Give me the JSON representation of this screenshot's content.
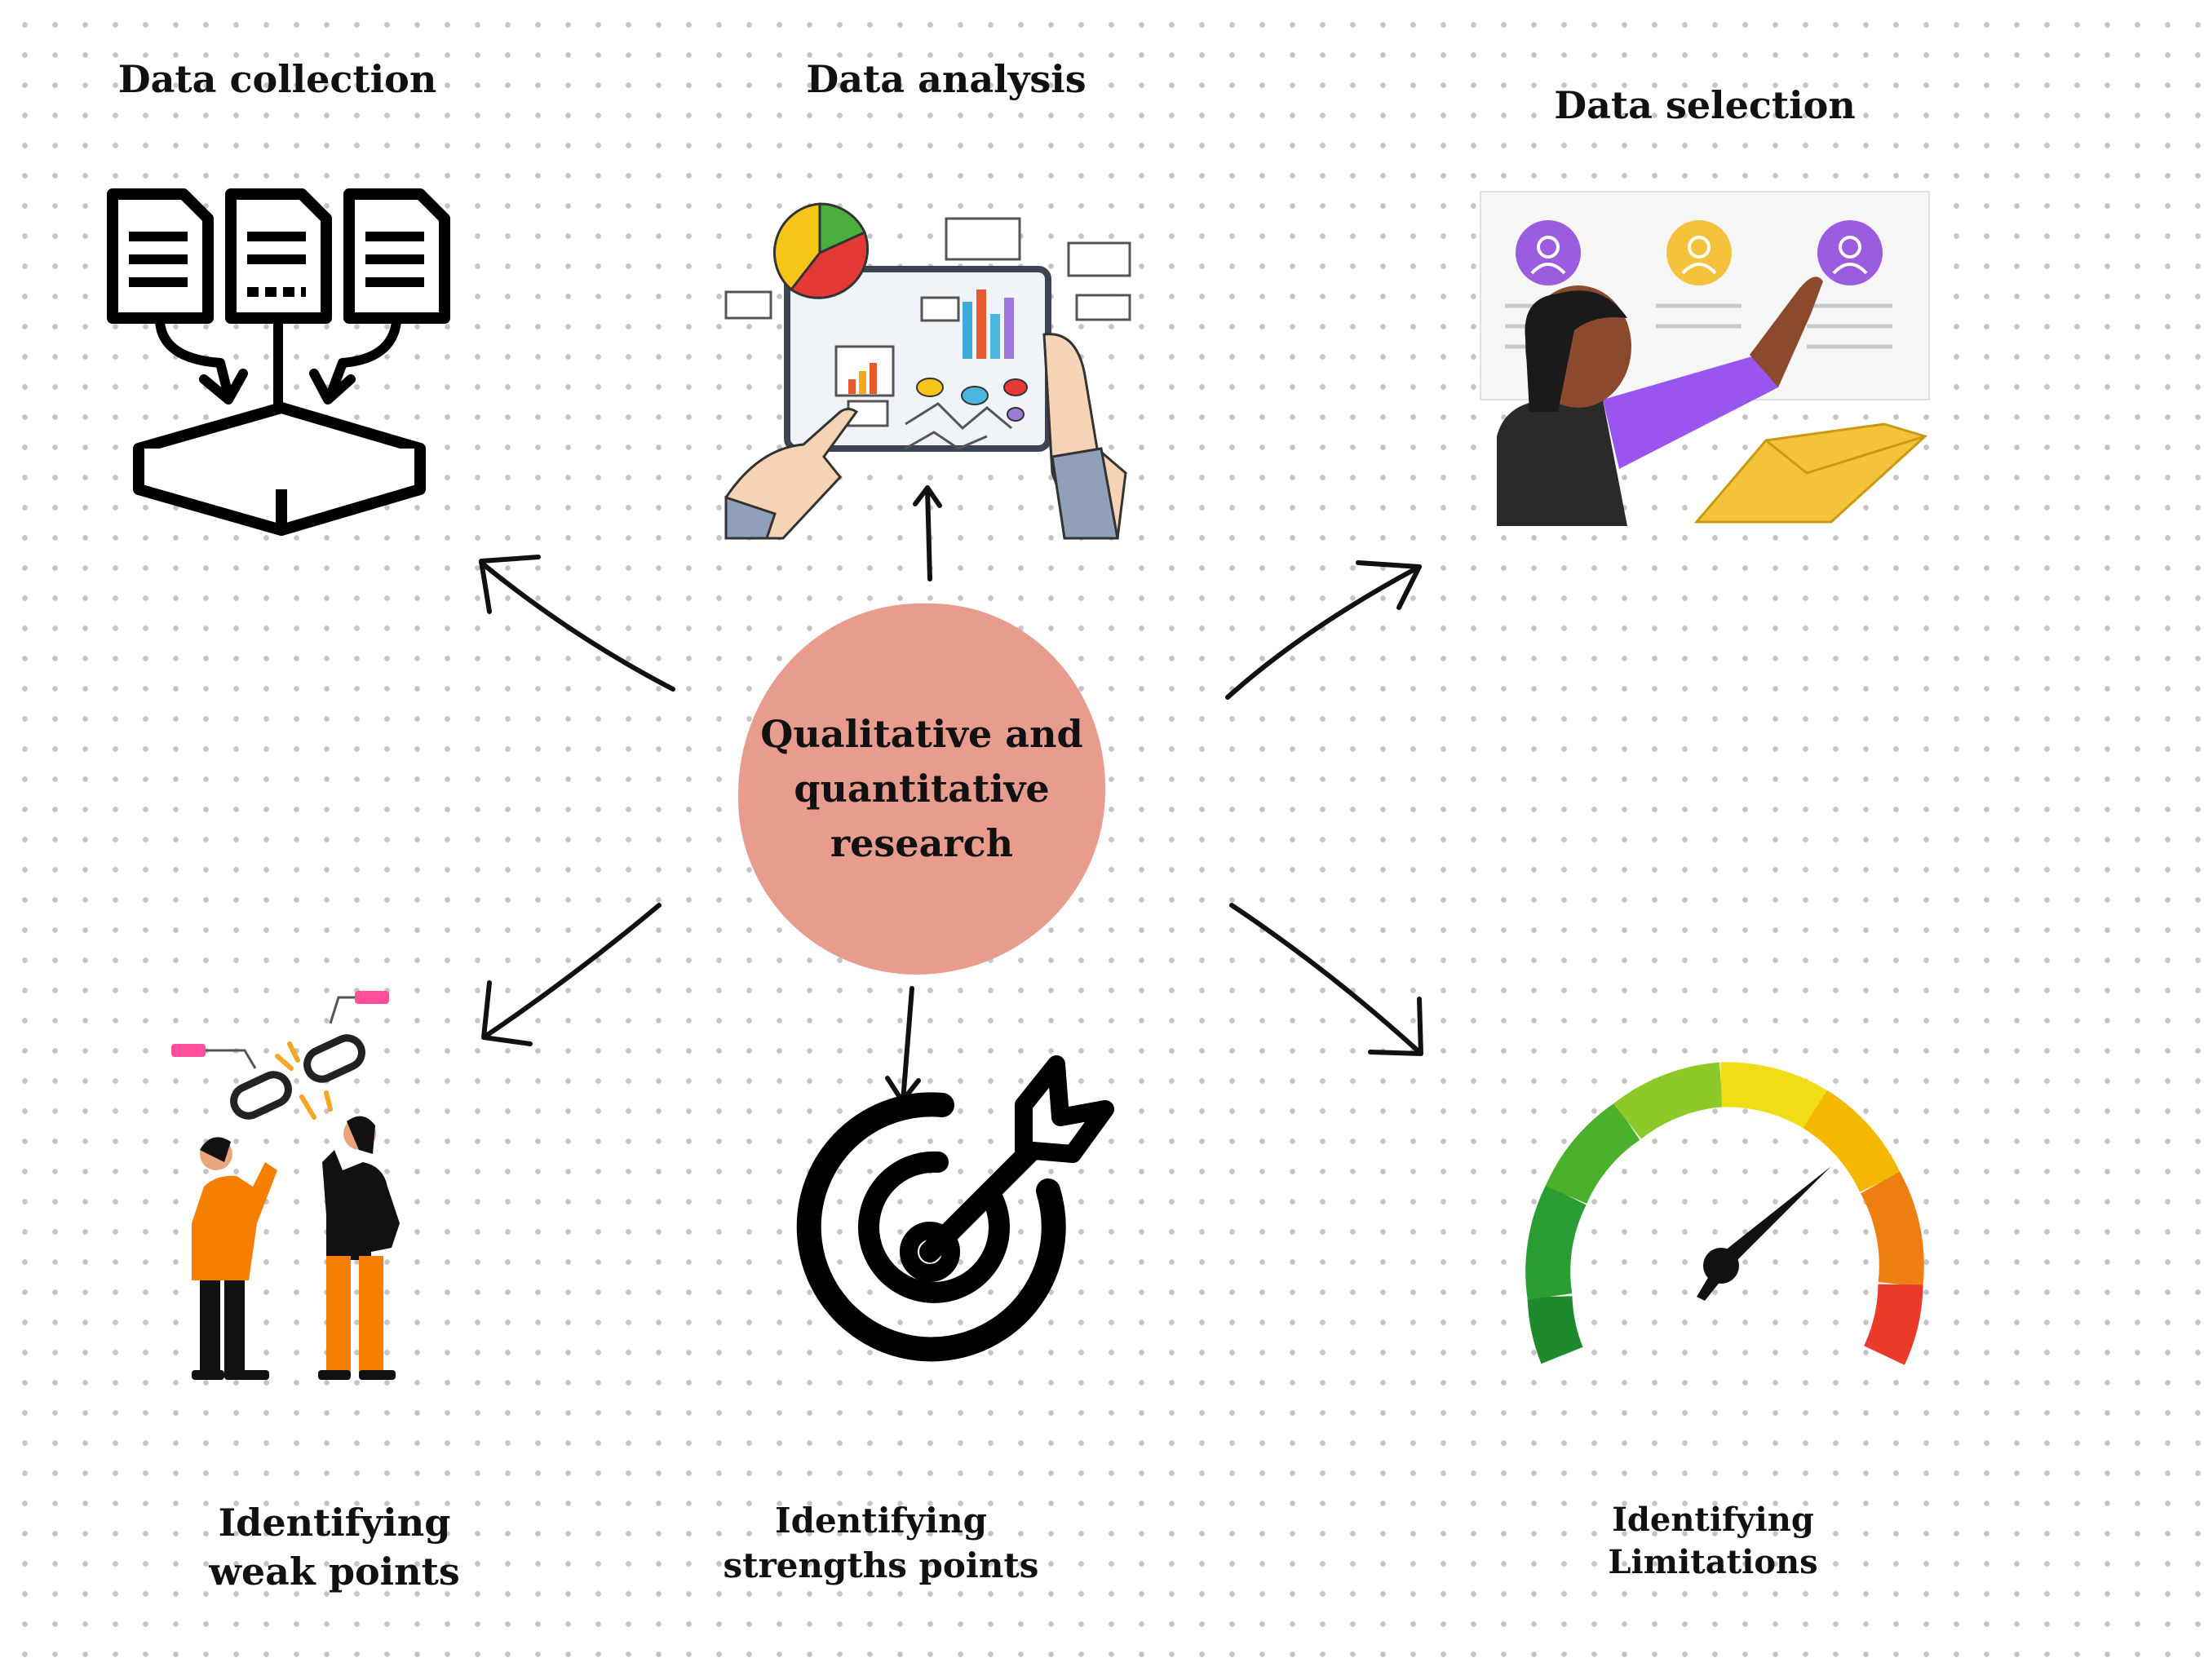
{
  "center": {
    "lines": [
      "Qualitative and",
      "quantitative",
      "research"
    ],
    "color": "#e89c8d"
  },
  "nodes": {
    "data_collection": {
      "label": "Data collection",
      "icon": "documents-to-box-icon"
    },
    "data_analysis": {
      "label": "Data analysis",
      "icon": "tablet-charts-analysis-icon"
    },
    "data_selection": {
      "label": "Data selection",
      "icon": "person-selecting-profile-icon"
    },
    "weak_points": {
      "lines": [
        "Identifying",
        "weak points"
      ],
      "icon": "broken-chain-icon"
    },
    "strength_points": {
      "lines": [
        "Identifying",
        "strengths points"
      ],
      "icon": "target-arrow-icon"
    },
    "limitations": {
      "lines": [
        "Identifying",
        "Limitations"
      ],
      "icon": "gauge-meter-icon"
    }
  },
  "colors": {
    "gauge": [
      "#1f8a2b",
      "#4bb02c",
      "#8ec92a",
      "#f0dd14",
      "#f5b800",
      "#f07f12",
      "#ea3b2a"
    ],
    "analysis_pie": [
      "#f5c518",
      "#4caf3c",
      "#e53935"
    ]
  }
}
